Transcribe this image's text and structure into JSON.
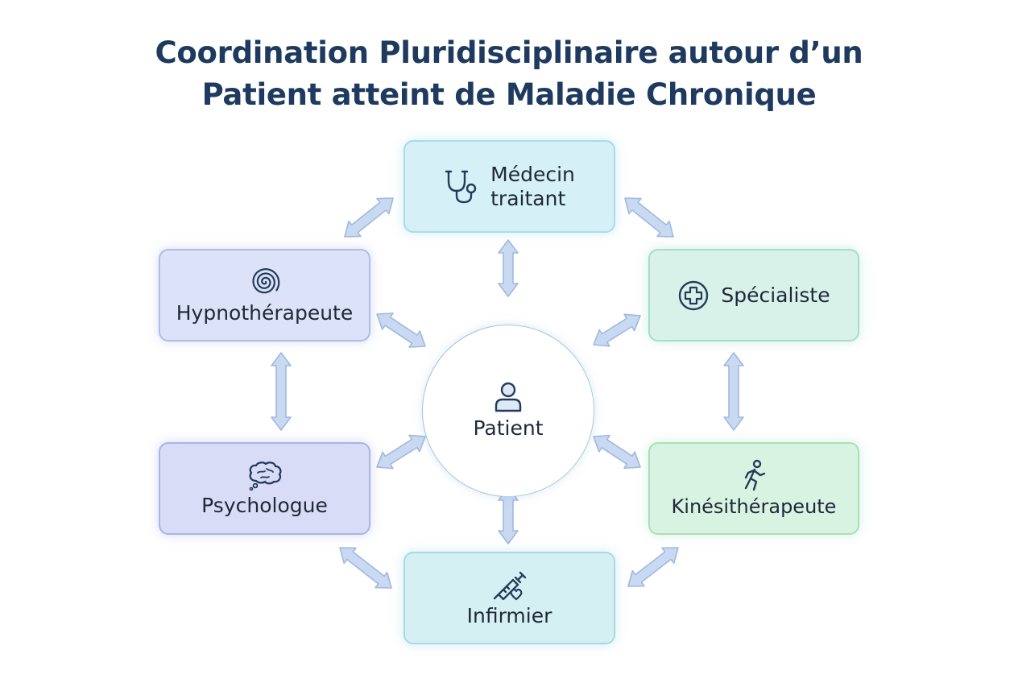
{
  "title": {
    "line1": "Coordination Pluridisciplinaire autour d’un",
    "line2": "Patient atteint de Maladie Chronique"
  },
  "center": {
    "label": "Patient",
    "icon": "user-icon"
  },
  "nodes": {
    "medecin": {
      "line1": "Médecin",
      "line2": "traitant",
      "icon": "stethoscope-icon"
    },
    "specialiste": {
      "label": "Spécialiste",
      "icon": "medical-cross-icon"
    },
    "kinesitherapeute": {
      "label": "Kinésithérapeute",
      "icon": "running-person-icon"
    },
    "infirmier": {
      "label": "Infirmier",
      "icon": "syringe-heart-icon"
    },
    "psychologue": {
      "label": "Psychologue",
      "icon": "brain-icon"
    },
    "hypnotherapeute": {
      "label": "Hypnothérapeute",
      "icon": "spiral-icon"
    }
  },
  "colors": {
    "title": "#1e3a5f",
    "arrow_fill": "#c9d9f1",
    "arrow_stroke": "#9fb9e0",
    "icon": "#243b5a"
  }
}
